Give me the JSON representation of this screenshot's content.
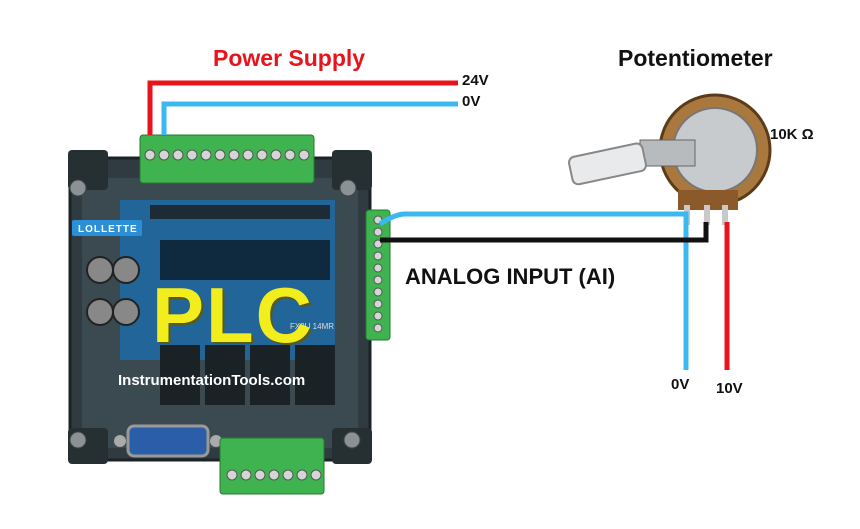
{
  "labels": {
    "power_supply": "Power Supply",
    "potentiometer": "Potentiometer",
    "v24": "24V",
    "v0_top": "0V",
    "resistance": "10K Ω",
    "analog_input": "ANALOG INPUT (AI)",
    "v0_bottom": "0V",
    "v10": "10V",
    "plc": "PLC",
    "website": "InstrumentationTools.com",
    "brand": "LOLLETTE",
    "model": "FX3U 14MR"
  },
  "colors": {
    "power_wire": "#e8141b",
    "zero_volt_wire": "#3cb8f0",
    "signal_wire": "#111111",
    "terminal_green": "#3fb34f",
    "plc_body": "#2e3a3f",
    "plc_title": "#f2ee1e"
  }
}
